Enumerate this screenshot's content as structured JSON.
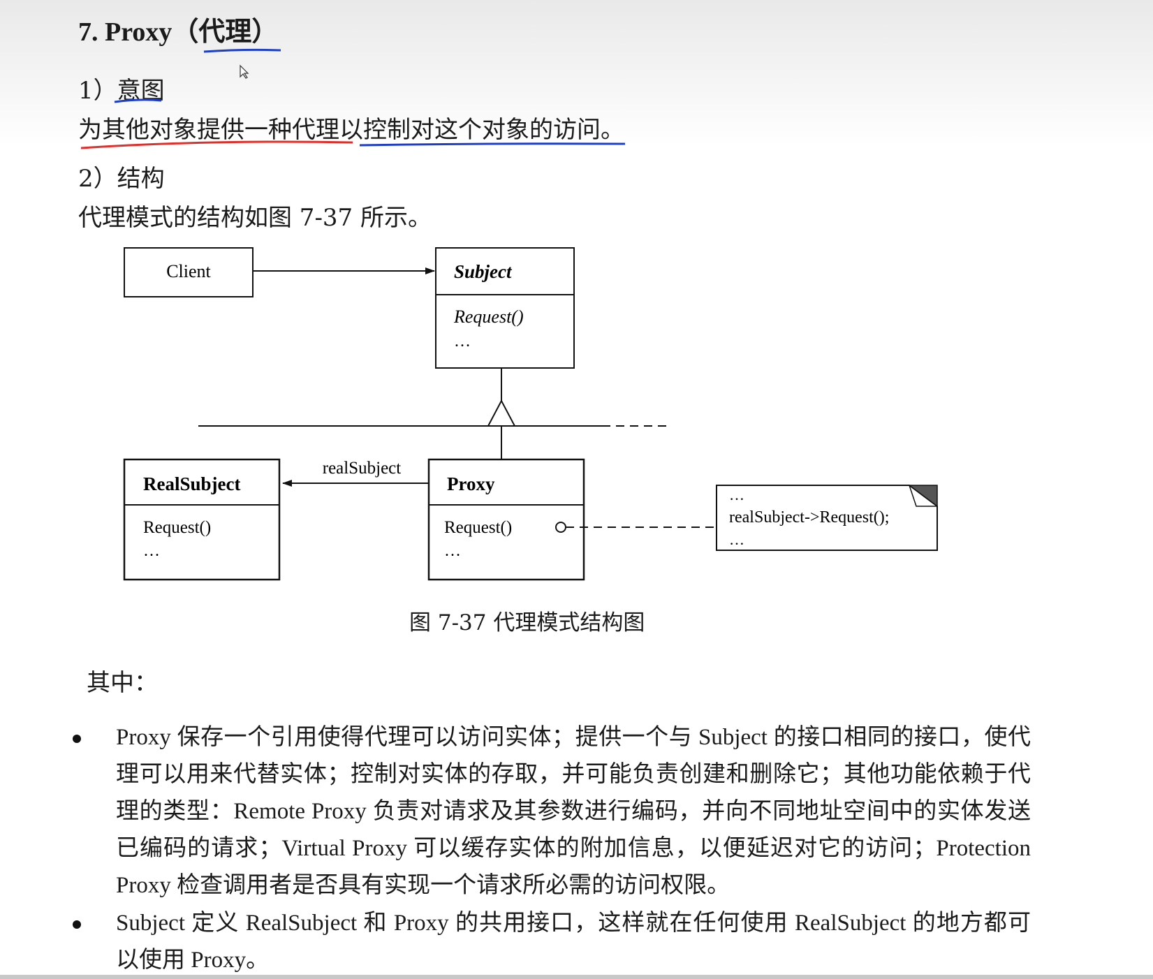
{
  "heading": "7.  Proxy（代理）",
  "intent": {
    "label": "1）意图",
    "text": "为其他对象提供一种代理以控制对这个对象的访问。"
  },
  "structure": {
    "label": "2）结构",
    "text": "代理模式的结构如图 7-37 所示。"
  },
  "diagram": {
    "client": "Client",
    "subject": {
      "name": "Subject",
      "op": "Request()",
      "more": "…"
    },
    "real_subject": {
      "name": "RealSubject",
      "op": "Request()",
      "more": "…"
    },
    "proxy": {
      "name": "Proxy",
      "op": "Request()",
      "more": "…"
    },
    "association_label": "realSubject",
    "note": {
      "line1": "…",
      "line2": "realSubject->Request();",
      "line3": "…"
    }
  },
  "caption": "图 7-37   代理模式结构图",
  "among": "其中：",
  "bullets": [
    "Proxy 保存一个引用使得代理可以访问实体；提供一个与 Subject 的接口相同的接口，使代理可以用来代替实体；控制对实体的存取，并可能负责创建和删除它；其他功能依赖于代理的类型：Remote Proxy 负责对请求及其参数进行编码，并向不同地址空间中的实体发送已编码的请求；Virtual Proxy 可以缓存实体的附加信息，以便延迟对它的访问；Protection Proxy 检查调用者是否具有实现一个请求所必需的访问权限。",
    "Subject 定义 RealSubject 和 Proxy 的共用接口，这样就在任何使用 RealSubject 的地方都可以使用 Proxy。"
  ],
  "colors": {
    "underline_red": "#e0302c",
    "underline_blue": "#1d3fc8"
  }
}
